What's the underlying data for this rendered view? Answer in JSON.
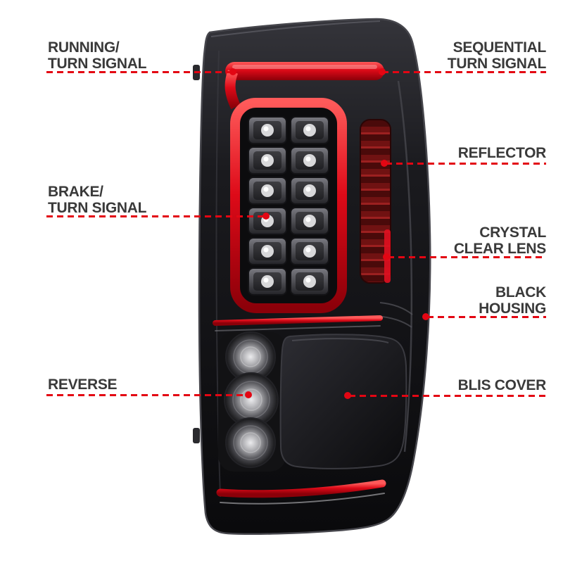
{
  "colors": {
    "background": "#ffffff",
    "annotation_red": "#e30613",
    "light_bar_red": "#dd0a18",
    "housing_black": "#0a0a0c",
    "label_text": "#3a3a3a"
  },
  "annotations": {
    "labels": [
      {
        "id": "running-turn-signal",
        "text": "RUNNING/\nTURN SIGNAL",
        "side": "left"
      },
      {
        "id": "sequential-turn-signal",
        "text": "SEQUENTIAL\nTURN SIGNAL",
        "side": "right"
      },
      {
        "id": "reflector",
        "text": "REFLECTOR",
        "side": "right"
      },
      {
        "id": "brake-turn-signal",
        "text": "BRAKE/\nTURN SIGNAL",
        "side": "left"
      },
      {
        "id": "crystal-clear-lens",
        "text": "CRYSTAL\nCLEAR LENS",
        "side": "right"
      },
      {
        "id": "black-housing",
        "text": "BLACK\nHOUSING",
        "side": "right"
      },
      {
        "id": "reverse",
        "text": "REVERSE",
        "side": "left"
      },
      {
        "id": "blis-cover",
        "text": "BLIS COVER",
        "side": "right"
      }
    ]
  },
  "illustration": {
    "subject": "LED tail light assembly with black housing, rear three-quarter view",
    "features": [
      "running-turn-signal-bar",
      "sequential-turn-signal",
      "reflector",
      "brake-turn-signal-leds",
      "crystal-clear-lens",
      "black-housing",
      "reverse-lights",
      "blis-cover",
      "bottom-light-bar"
    ]
  }
}
